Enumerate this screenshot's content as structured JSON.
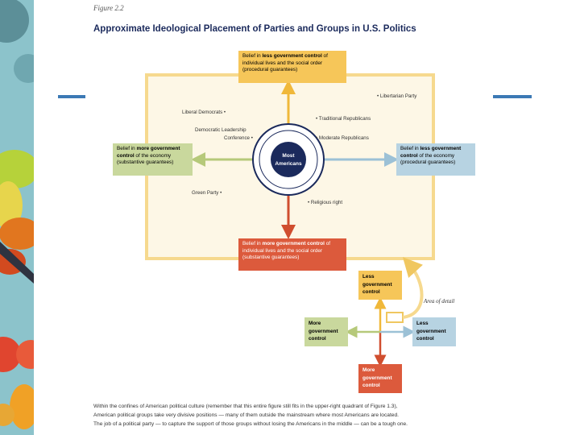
{
  "figure": {
    "label": "Figure 2.2",
    "title": "Approximate Ideological Placement of Parties and Groups in U.S. Politics"
  },
  "axes": {
    "top": {
      "bold": "less government control",
      "rest": " of individual lives and the social order (procedural guarantees)",
      "prefix": "Belief in "
    },
    "left": {
      "prefix": "Belief in ",
      "bold": "more government control",
      "rest": " of the economy (substantive guarantees)"
    },
    "right": {
      "prefix": "Belief in ",
      "bold": "less government control",
      "rest": " of the economy (procedural guarantees)"
    },
    "bottom": {
      "prefix": "Belief in ",
      "bold": "more government control",
      "rest": " of individual lives and the social order (substantive guarantees)"
    }
  },
  "center": {
    "line1": "Most",
    "line2": "Americans"
  },
  "groups": {
    "libertarian": "• Libertarian Party",
    "liberal_democrats": "Liberal Democrats •",
    "traditional_republicans": "• Traditional Republicans",
    "dlc_line1": "Democratic Leadership",
    "dlc_line2": "Conference •",
    "moderate_republicans": "• Moderate Republicans",
    "green": "Green Party •",
    "religious_right": "• Religious right"
  },
  "detail": {
    "top": "Less government control",
    "left": "More government control",
    "right": "Less government control",
    "bottom": "More government control",
    "area_label": "Area of detail"
  },
  "caption": {
    "line1": "Within the confines of American political culture (remember that this entire figure still fits in the upper-right quadrant of Figure 1.3),",
    "line2": "American political groups take very divisive positions — many of them outside the mainstream where most Americans are located.",
    "line3": "The job of a political party — to capture the support of those groups without losing the Americans in the middle — can be a tough one."
  },
  "colors": {
    "yellow": "#f6c659",
    "yellow_light": "#f6d98e",
    "green": "#c9d89d",
    "blue": "#b7d3e2",
    "orange": "#dc5a3c",
    "navy": "#1b2a5c",
    "accent_line": "#3c79b5"
  }
}
